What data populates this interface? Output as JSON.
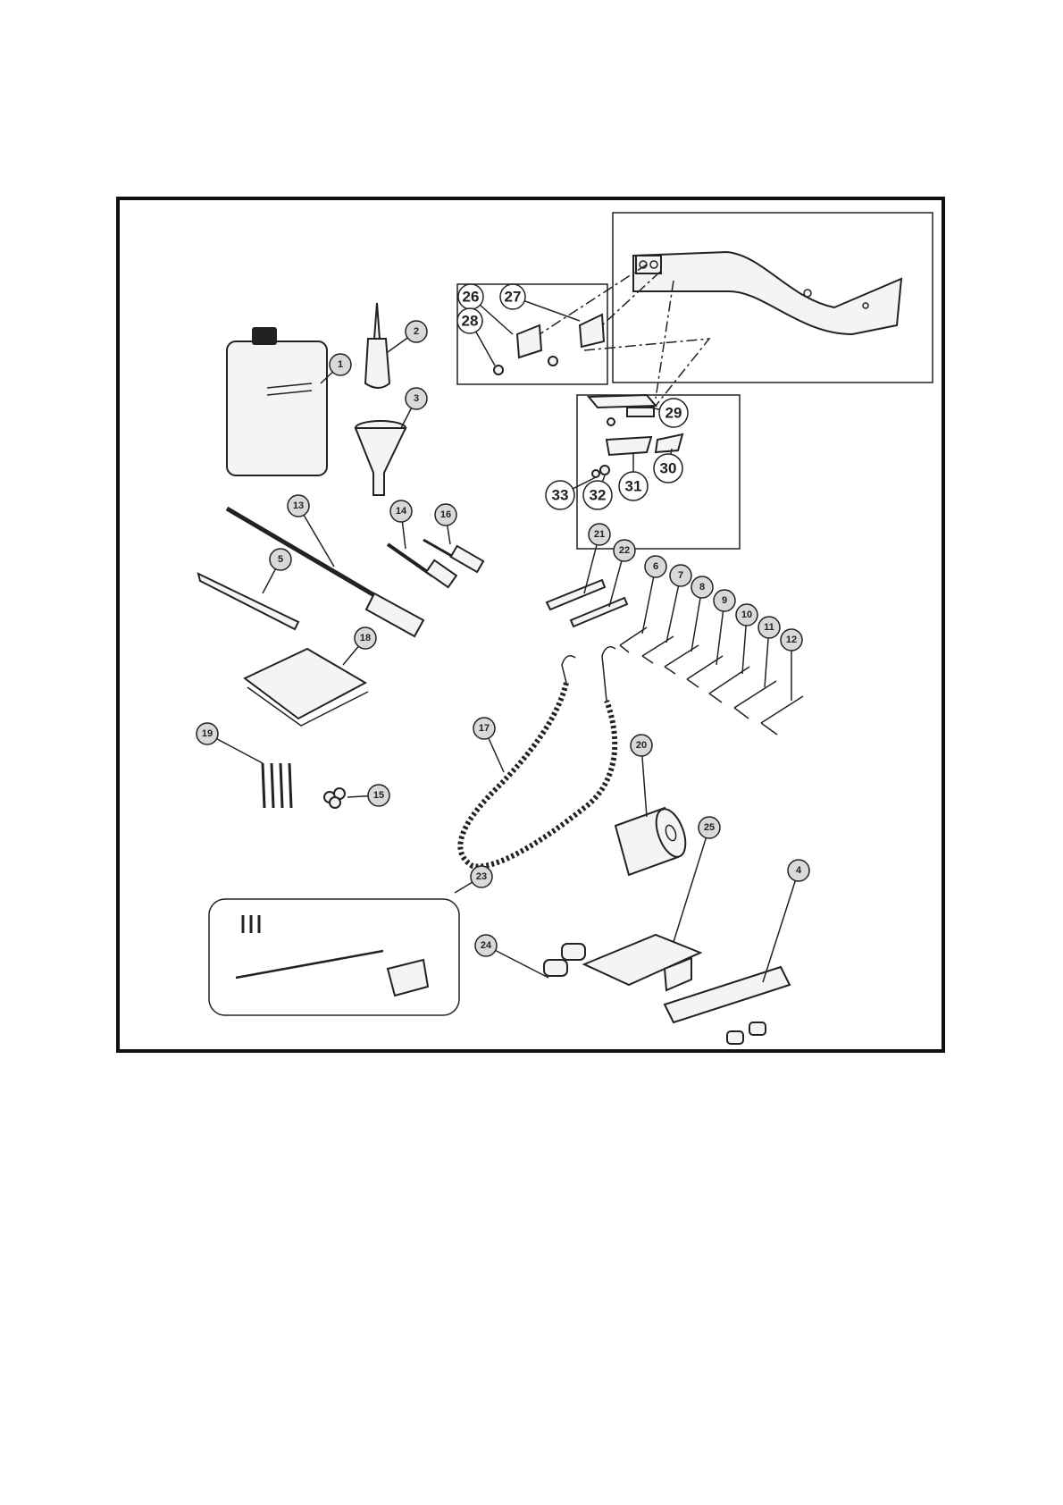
{
  "callouts": [
    "1",
    "2",
    "3",
    "4",
    "5",
    "6",
    "7",
    "8",
    "9",
    "10",
    "11",
    "12",
    "13",
    "14",
    "15",
    "16",
    "17",
    "18",
    "19",
    "20",
    "21",
    "22",
    "23",
    "24",
    "25",
    "26",
    "27",
    "28",
    "29",
    "30",
    "31",
    "32",
    "33"
  ],
  "colors": {
    "ink": "#222222",
    "callout_fill": "#d9d9d9",
    "paper": "#ffffff"
  }
}
